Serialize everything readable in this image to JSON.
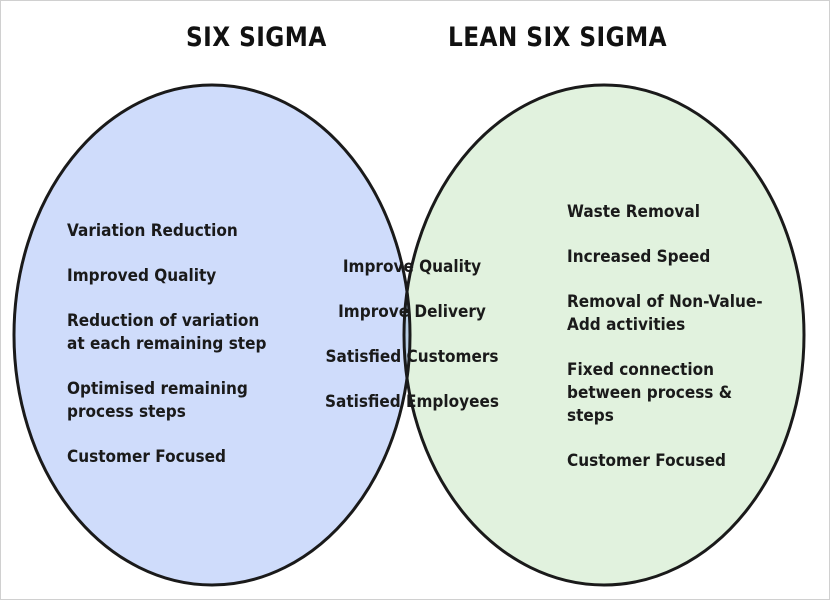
{
  "titles": {
    "left": "SIX SIGMA",
    "right": "LEAN SIX SIGMA"
  },
  "colors": {
    "left_fill": "#cfdcfb",
    "right_fill": "#e1f2de",
    "overlap_fill": "#b8cde4",
    "outline": "#1a1a1a"
  },
  "left_items": [
    "Variation Reduction",
    "Improved Quality",
    "Reduction of variation at each remaining step",
    "Optimised remaining process steps",
    "Customer Focused"
  ],
  "overlap_items": [
    "Improve Quality",
    "Improve Delivery",
    "Satisfied Customers",
    "Satisfied Employees"
  ],
  "right_items": [
    "Waste Removal",
    "Increased Speed",
    "Removal of Non-Value-Add activities",
    "Fixed connection between process & steps",
    "Customer Focused"
  ]
}
